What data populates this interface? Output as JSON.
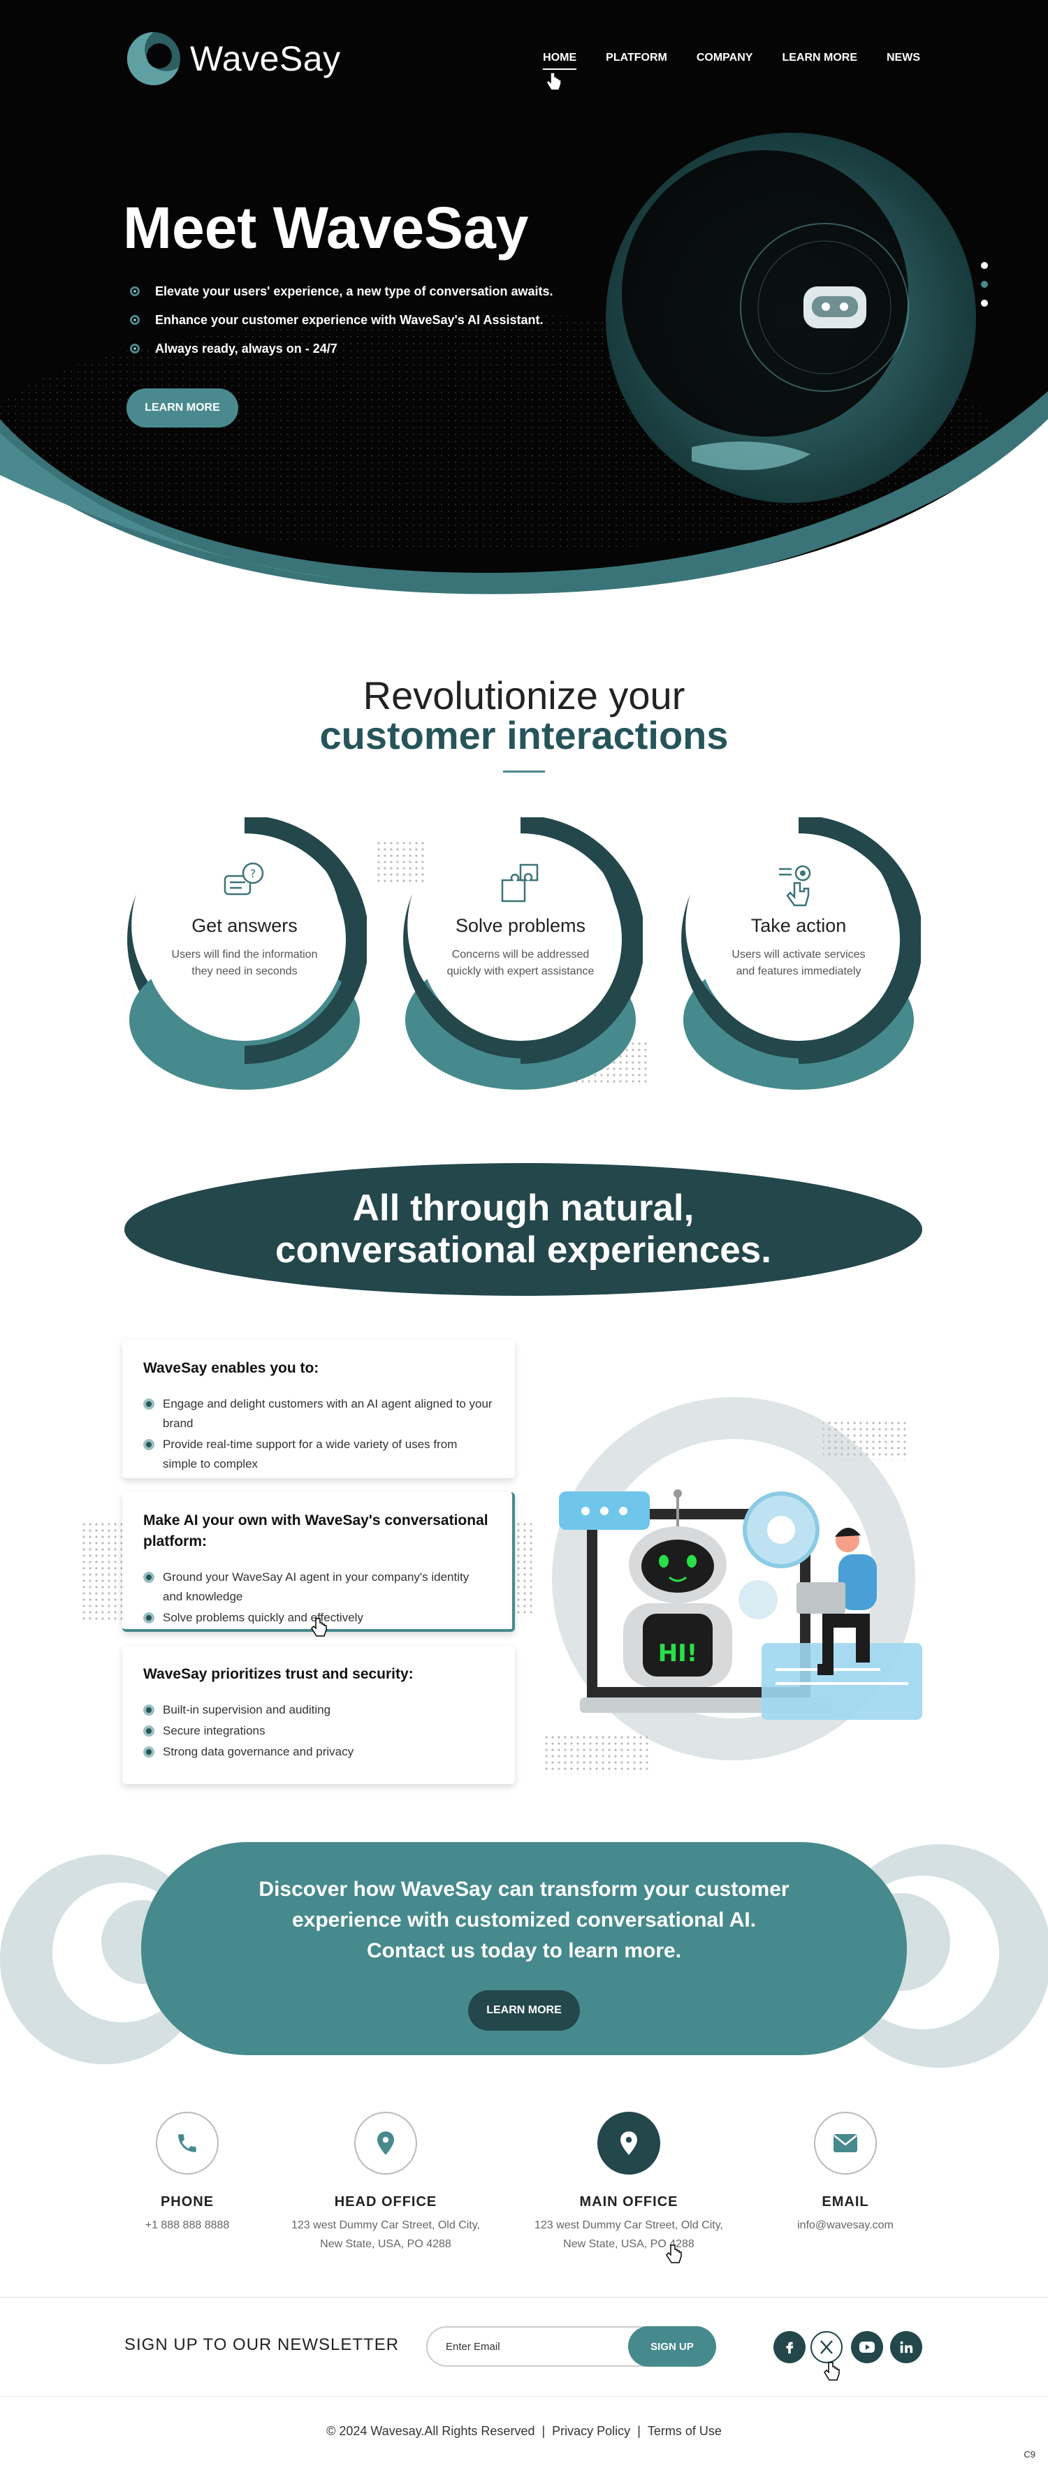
{
  "brand": {
    "name": "WaveSay"
  },
  "nav": {
    "items": [
      "HOME",
      "PLATFORM",
      "COMPANY",
      "LEARN MORE",
      "NEWS"
    ],
    "active": "HOME"
  },
  "hero": {
    "title_light": "Meet",
    "title_bold": "WaveSay",
    "bullets": [
      "Elevate your users' experience, a new type of conversation awaits.",
      "Enhance your customer experience with WaveSay's AI Assistant.",
      "Always ready, always on - 24/7"
    ],
    "button": "LEARN MORE",
    "slides_total": 3,
    "slide_active": 2
  },
  "intro": {
    "line1": "Revolutionize your",
    "line2": "customer interactions"
  },
  "features": [
    {
      "icon": "question-chat-icon",
      "title": "Get answers",
      "desc": "Users will find the information they need in seconds"
    },
    {
      "icon": "puzzle-icon",
      "title": "Solve problems",
      "desc": "Concerns will be addressed quickly with expert assistance"
    },
    {
      "icon": "touch-gear-icon",
      "title": "Take action",
      "desc": "Users will activate services and features immediately"
    }
  ],
  "banner": {
    "line1": "All through natural,",
    "line2": "conversational experiences."
  },
  "cards": [
    {
      "title": "WaveSay enables you to:",
      "items": [
        "Engage and delight customers with an AI agent aligned to your brand",
        "Provide real-time support for a wide variety of uses from simple to complex"
      ]
    },
    {
      "title": "Make AI your own with WaveSay's conversational platform:",
      "items": [
        "Ground your WaveSay AI agent in your company's identity and knowledge",
        "Solve problems quickly and effectively"
      ]
    },
    {
      "title": "WaveSay prioritizes trust and security:",
      "items": [
        "Built-in supervision and auditing",
        "Secure integrations",
        "Strong data governance and privacy"
      ]
    }
  ],
  "illustration": {
    "robot_screen": "HI!"
  },
  "cta": {
    "lines": [
      "Discover how WaveSay can transform your customer",
      "experience with customized conversational AI.",
      "Contact us today to learn more."
    ],
    "button": "LEARN MORE"
  },
  "contacts": [
    {
      "icon": "phone-icon",
      "title": "PHONE",
      "lines": [
        "+1 888 888 8888"
      ]
    },
    {
      "icon": "location-pin-icon",
      "title": "HEAD OFFICE",
      "lines": [
        "123 west Dummy Car Street, Old City,",
        "New State, USA, PO 4288"
      ]
    },
    {
      "icon": "location-pin-icon",
      "title": "MAIN OFFICE",
      "lines": [
        "123 west Dummy Car Street, Old City,",
        "New State, USA, PO 4288"
      ]
    },
    {
      "icon": "email-icon",
      "title": "EMAIL",
      "lines": [
        "info@wavesay.com"
      ]
    }
  ],
  "newsletter": {
    "label": "SIGN UP TO OUR NEWSLETTER",
    "placeholder": "Enter Email",
    "button": "SIGN UP"
  },
  "social": [
    "facebook-icon",
    "x-icon",
    "youtube-icon",
    "linkedin-icon"
  ],
  "footer": {
    "copyright": "© 2024 Wavesay.All Rights Reserved",
    "privacy": "Privacy Policy",
    "terms": "Terms of Use",
    "corner": "C9"
  },
  "colors": {
    "teal": "#468a8d",
    "dark_teal": "#23474b",
    "light_teal": "#9bbfc1",
    "hero_bg": "#050505"
  }
}
